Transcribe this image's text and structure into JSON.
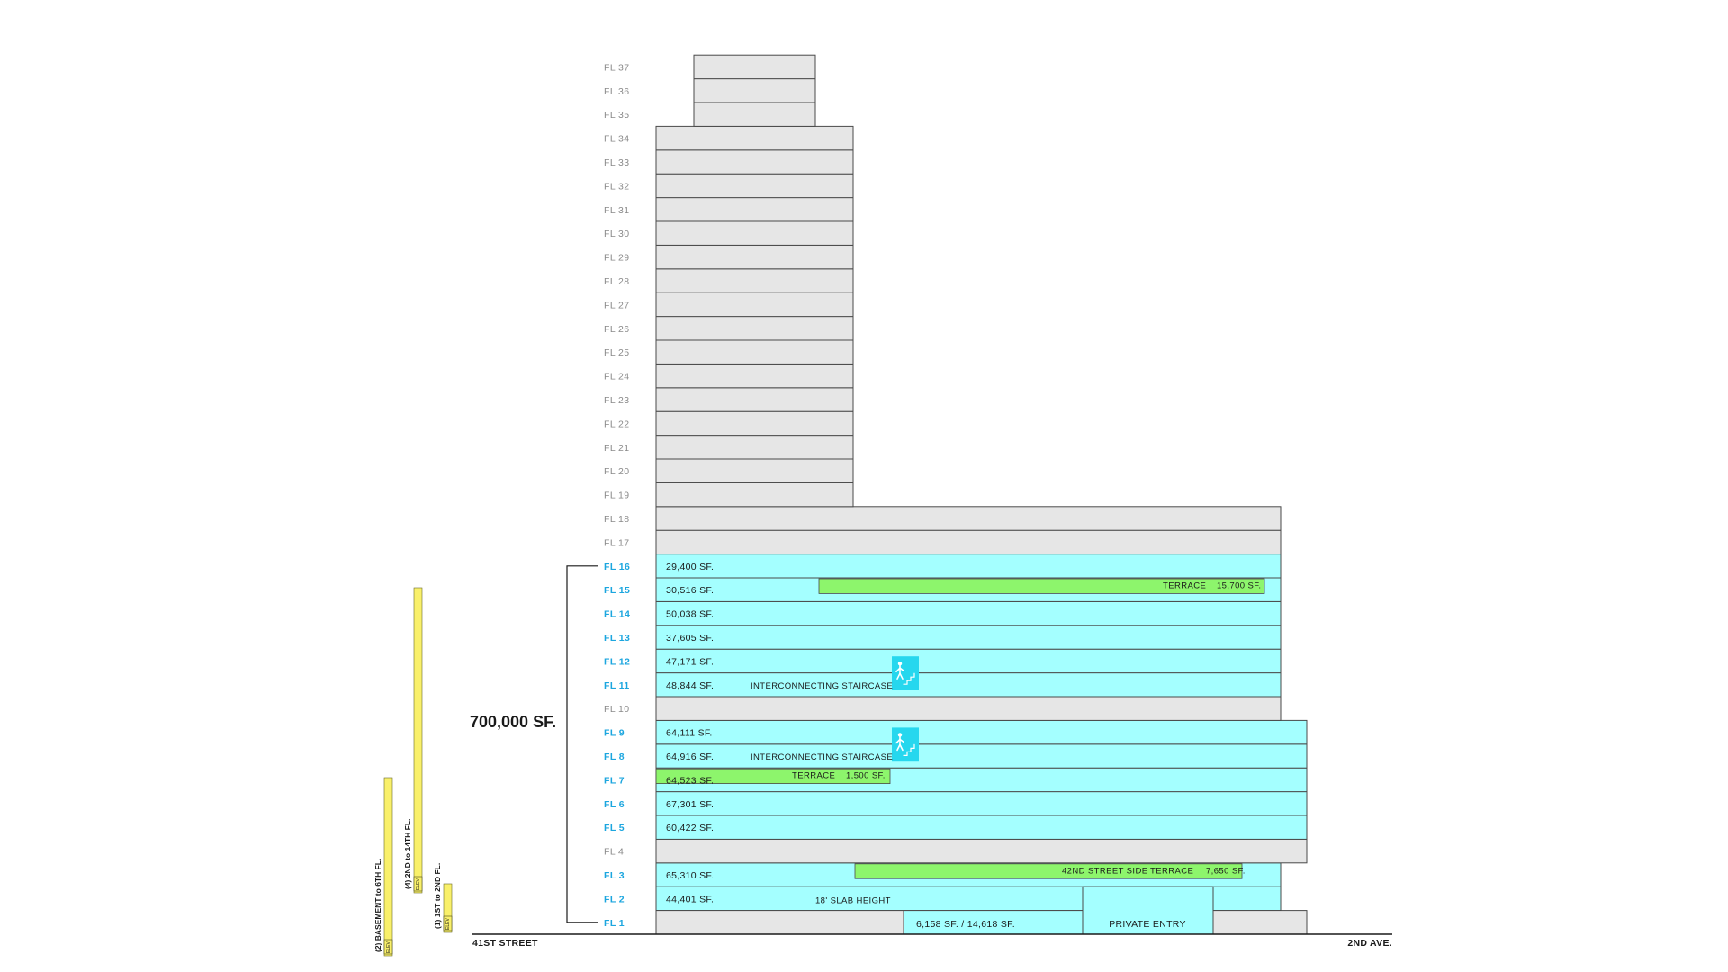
{
  "colors": {
    "available": "#a4ffff",
    "base": "#e6e6e6",
    "terrace": "#8df56c",
    "stair": "#26d7ee",
    "elevator": "#f9f06a",
    "label_available": "#1ca6df",
    "label_other": "#8a8a8a",
    "outline": "#4a4a4a"
  },
  "total_label": "700,000 SF.",
  "streets": {
    "left": "41ST STREET",
    "right": "2ND AVE."
  },
  "floors": [
    {
      "n": 1,
      "label": "FL 1",
      "available": true,
      "width": "med",
      "sf": ""
    },
    {
      "n": 2,
      "label": "FL 2",
      "available": true,
      "width": "med",
      "sf": "44,401 SF."
    },
    {
      "n": 3,
      "label": "FL 3",
      "available": true,
      "width": "med",
      "sf": "65,310 SF."
    },
    {
      "n": 4,
      "label": "FL 4",
      "available": false,
      "width": "wide",
      "sf": ""
    },
    {
      "n": 5,
      "label": "FL 5",
      "available": true,
      "width": "wide",
      "sf": "60,422 SF."
    },
    {
      "n": 6,
      "label": "FL 6",
      "available": true,
      "width": "wide",
      "sf": "67,301 SF."
    },
    {
      "n": 7,
      "label": "FL 7",
      "available": true,
      "width": "wide",
      "sf": "64,523 SF."
    },
    {
      "n": 8,
      "label": "FL 8",
      "available": true,
      "width": "wide",
      "sf": "64,916 SF."
    },
    {
      "n": 9,
      "label": "FL 9",
      "available": true,
      "width": "wide",
      "sf": "64,111 SF."
    },
    {
      "n": 10,
      "label": "FL 10",
      "available": false,
      "width": "med",
      "sf": ""
    },
    {
      "n": 11,
      "label": "FL 11",
      "available": true,
      "width": "med",
      "sf": "48,844 SF."
    },
    {
      "n": 12,
      "label": "FL 12",
      "available": true,
      "width": "med",
      "sf": "47,171 SF."
    },
    {
      "n": 13,
      "label": "FL 13",
      "available": true,
      "width": "med",
      "sf": "37,605 SF."
    },
    {
      "n": 14,
      "label": "FL 14",
      "available": true,
      "width": "med",
      "sf": "50,038 SF."
    },
    {
      "n": 15,
      "label": "FL 15",
      "available": true,
      "width": "med",
      "sf": "30,516 SF."
    },
    {
      "n": 16,
      "label": "FL 16",
      "available": true,
      "width": "med",
      "sf": "29,400 SF."
    },
    {
      "n": 17,
      "label": "FL 17",
      "available": false,
      "width": "med",
      "sf": ""
    },
    {
      "n": 18,
      "label": "FL 18",
      "available": false,
      "width": "med",
      "sf": ""
    },
    {
      "n": 19,
      "label": "FL 19",
      "available": false,
      "width": "narrow",
      "sf": ""
    },
    {
      "n": 20,
      "label": "FL 20",
      "available": false,
      "width": "narrow",
      "sf": ""
    },
    {
      "n": 21,
      "label": "FL 21",
      "available": false,
      "width": "narrow",
      "sf": ""
    },
    {
      "n": 22,
      "label": "FL 22",
      "available": false,
      "width": "narrow",
      "sf": ""
    },
    {
      "n": 23,
      "label": "FL 23",
      "available": false,
      "width": "narrow",
      "sf": ""
    },
    {
      "n": 24,
      "label": "FL 24",
      "available": false,
      "width": "narrow",
      "sf": ""
    },
    {
      "n": 25,
      "label": "FL 25",
      "available": false,
      "width": "narrow",
      "sf": ""
    },
    {
      "n": 26,
      "label": "FL 26",
      "available": false,
      "width": "narrow",
      "sf": ""
    },
    {
      "n": 27,
      "label": "FL 27",
      "available": false,
      "width": "narrow",
      "sf": ""
    },
    {
      "n": 28,
      "label": "FL 28",
      "available": false,
      "width": "narrow",
      "sf": ""
    },
    {
      "n": 29,
      "label": "FL 29",
      "available": false,
      "width": "narrow",
      "sf": ""
    },
    {
      "n": 30,
      "label": "FL 30",
      "available": false,
      "width": "narrow",
      "sf": ""
    },
    {
      "n": 31,
      "label": "FL 31",
      "available": false,
      "width": "narrow",
      "sf": ""
    },
    {
      "n": 32,
      "label": "FL 32",
      "available": false,
      "width": "narrow",
      "sf": ""
    },
    {
      "n": 33,
      "label": "FL 33",
      "available": false,
      "width": "narrow",
      "sf": ""
    },
    {
      "n": 34,
      "label": "FL 34",
      "available": false,
      "width": "narrow",
      "sf": ""
    },
    {
      "n": 35,
      "label": "FL 35",
      "available": false,
      "width": "crown",
      "sf": ""
    },
    {
      "n": 36,
      "label": "FL 36",
      "available": false,
      "width": "crown",
      "sf": ""
    },
    {
      "n": 37,
      "label": "FL 37",
      "available": false,
      "width": "crown",
      "sf": ""
    }
  ],
  "ground": {
    "sf_label": "6,158 SF. / 14,618 SF.",
    "entry_label": "PRIVATE ENTRY",
    "slab_label": "18' SLAB HEIGHT"
  },
  "terraces": [
    {
      "floor": 15,
      "label": "TERRACE",
      "sf": "15,700 SF.",
      "prefix": ""
    },
    {
      "floor": 7,
      "label": "TERRACE",
      "sf": "1,500 SF.",
      "prefix": ""
    },
    {
      "floor": 3,
      "label": "TERRACE",
      "sf": "7,650 SF.",
      "prefix": "42ND STREET SIDE"
    }
  ],
  "staircases": [
    {
      "floors": [
        11,
        12
      ],
      "label": "INTERCONNECTING STAIRCASE"
    },
    {
      "floors": [
        8,
        9
      ],
      "label": "INTERCONNECTING STAIRCASE"
    }
  ],
  "elevators": [
    {
      "label": "(2) BASEMENT to 6TH FL.",
      "tag": "ELEV"
    },
    {
      "label": "(4) 2ND to 14TH FL.",
      "tag": "ELEV"
    },
    {
      "label": "(1) 1ST to 2ND FL.",
      "tag": "ELEV"
    }
  ]
}
